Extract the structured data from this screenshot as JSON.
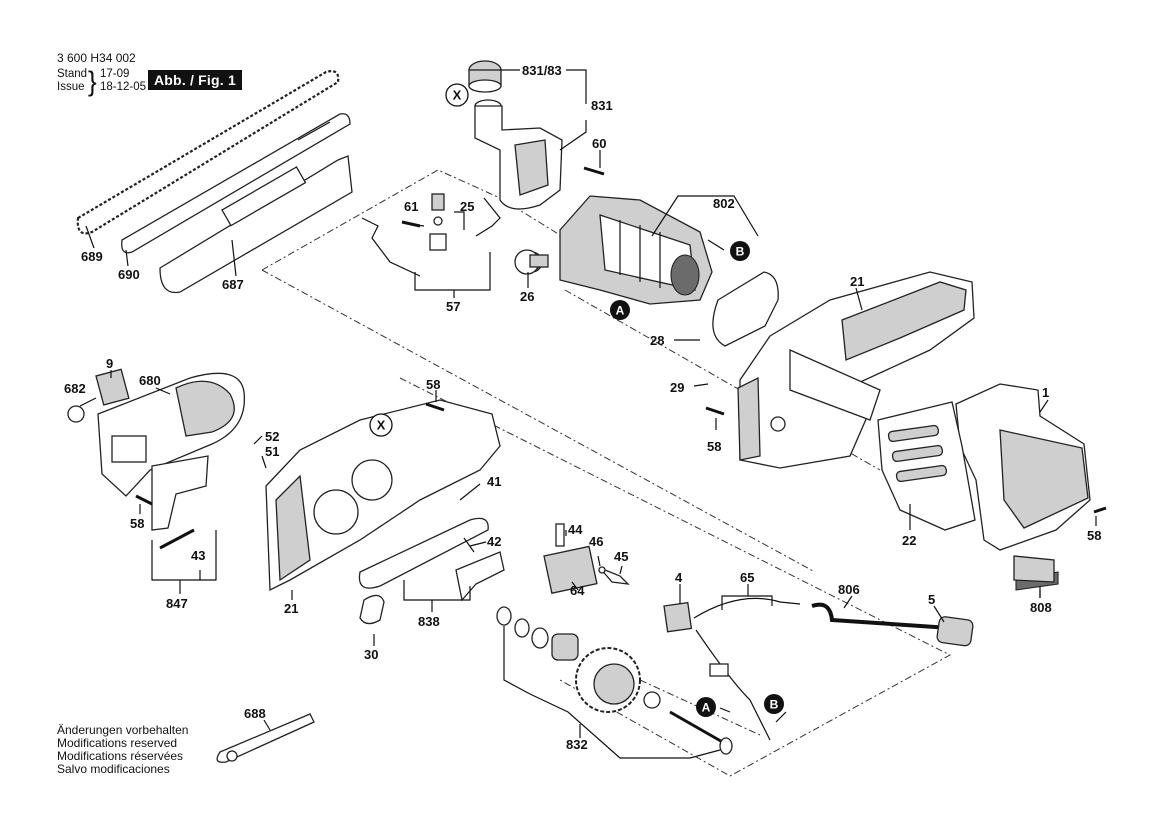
{
  "header": {
    "doc_code": "3 600 H34 002",
    "stand_label": "Stand",
    "issue_label": "Issue",
    "stand_value": "17-09",
    "issue_value": "18-12-05",
    "figure_badge": "Abb. / Fig. 1"
  },
  "notes": [
    "Änderungen vorbehalten",
    "Modifications reserved",
    "Modifications réservées",
    "Salvo modificaciones"
  ],
  "part_labels": {
    "p831_83": "831/83",
    "p831": "831",
    "p60": "60",
    "p802": "802",
    "p61": "61",
    "p25": "25",
    "p57": "57",
    "p26": "26",
    "p689": "689",
    "p690": "690",
    "p687": "687",
    "p21_top": "21",
    "p28": "28",
    "p29": "29",
    "p58_a": "58",
    "p58_b": "58",
    "p58_c": "58",
    "p58_d": "58",
    "p1": "1",
    "p22": "22",
    "p9": "9",
    "p682": "682",
    "p680": "680",
    "p52": "52",
    "p51": "51",
    "p41": "41",
    "p42": "42",
    "p44": "44",
    "p46": "46",
    "p45": "45",
    "p64": "64",
    "p43": "43",
    "p847": "847",
    "p21_bottom": "21",
    "p838": "838",
    "p30": "30",
    "p4": "4",
    "p65": "65",
    "p806": "806",
    "p5": "5",
    "p808": "808",
    "p832": "832",
    "p688": "688"
  },
  "callouts": {
    "a_top": "A",
    "b_top": "B",
    "a_bottom": "A",
    "b_bottom": "B",
    "x_top": "X",
    "x_middle": "X"
  }
}
